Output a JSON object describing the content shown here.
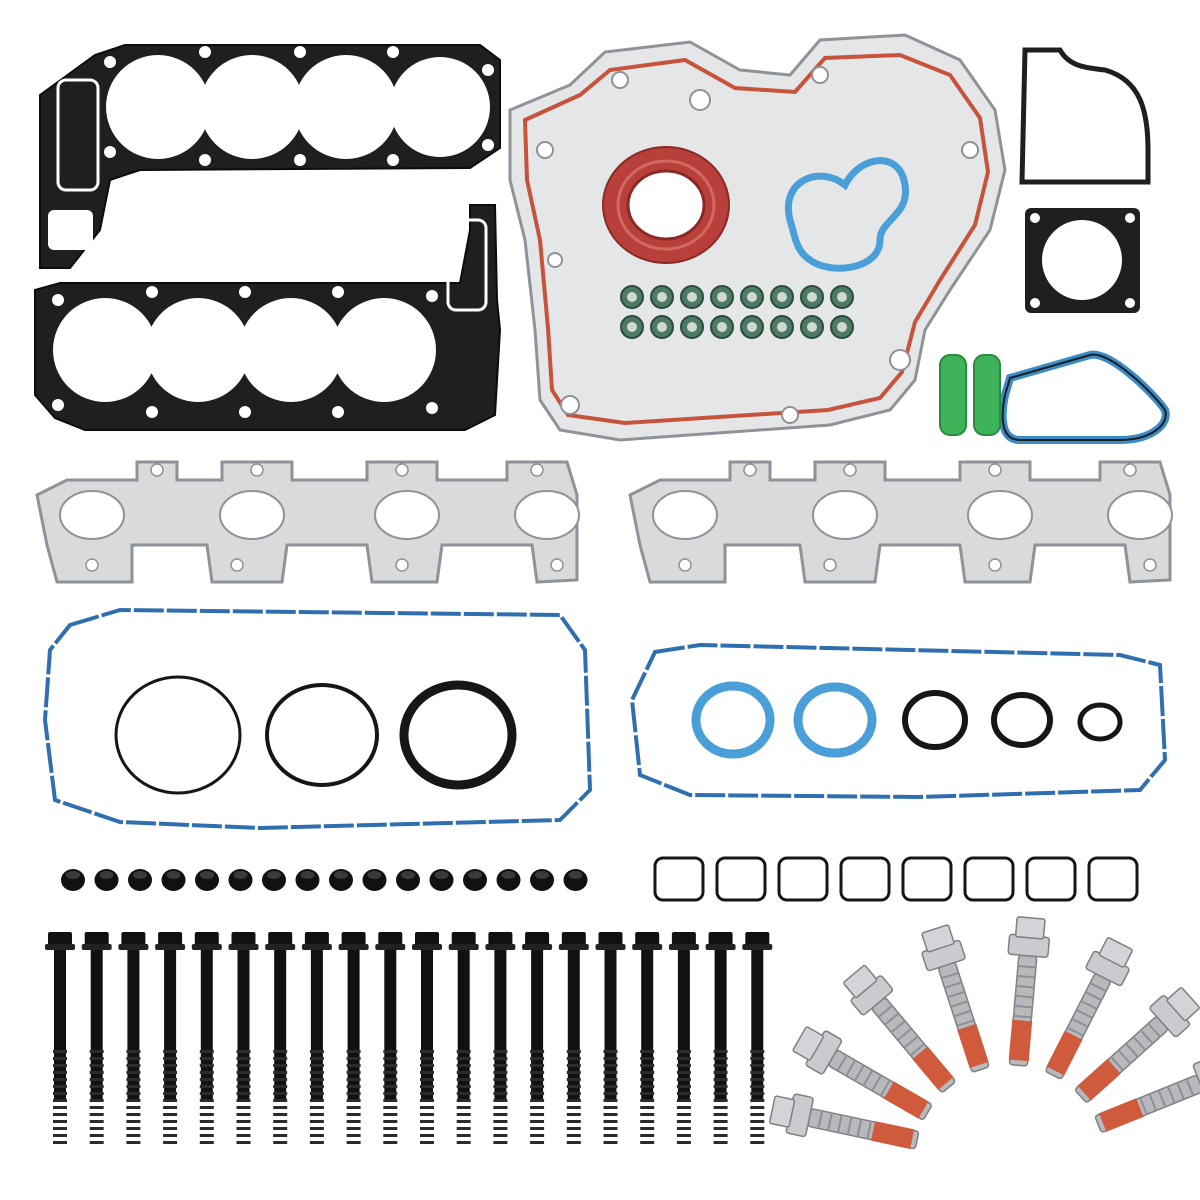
{
  "colors": {
    "background": "#ffffff",
    "metal_black": "#1f1f1f",
    "steel": "#d8dadc",
    "steel_edge": "#8e9399",
    "gasket_red": "#c8533b",
    "seal_red": "#b9403a",
    "gasket_blue": "#2f6fb0",
    "ring_blue": "#4a9fd8",
    "ring_black": "#161616",
    "green": "#3fb35a",
    "bolt_black": "#111111",
    "bolt_silver": "#b7b9bc",
    "thread_lock": "#d05a3c"
  },
  "items": [
    {
      "icon": "head-gasket-icon",
      "count": 2
    },
    {
      "icon": "timing-cover-gasket-icon",
      "count": 1
    },
    {
      "icon": "crankshaft-seal-icon",
      "count": 1
    },
    {
      "icon": "valve-stem-seal-icon",
      "count": 16
    },
    {
      "icon": "exhaust-manifold-gasket-icon",
      "count": 2
    },
    {
      "icon": "valve-cover-gasket-icon",
      "count": 2
    },
    {
      "icon": "o-ring-icon",
      "count": 8
    },
    {
      "icon": "grommet-icon",
      "count": 16
    },
    {
      "icon": "spark-plug-tube-seal-icon",
      "count": 8
    },
    {
      "icon": "head-bolt-icon",
      "count": 20
    },
    {
      "icon": "flange-bolt-icon",
      "count": 8
    },
    {
      "icon": "throttle-body-gasket-icon",
      "count": 1
    },
    {
      "icon": "water-pump-gasket-icon",
      "count": 1
    }
  ]
}
